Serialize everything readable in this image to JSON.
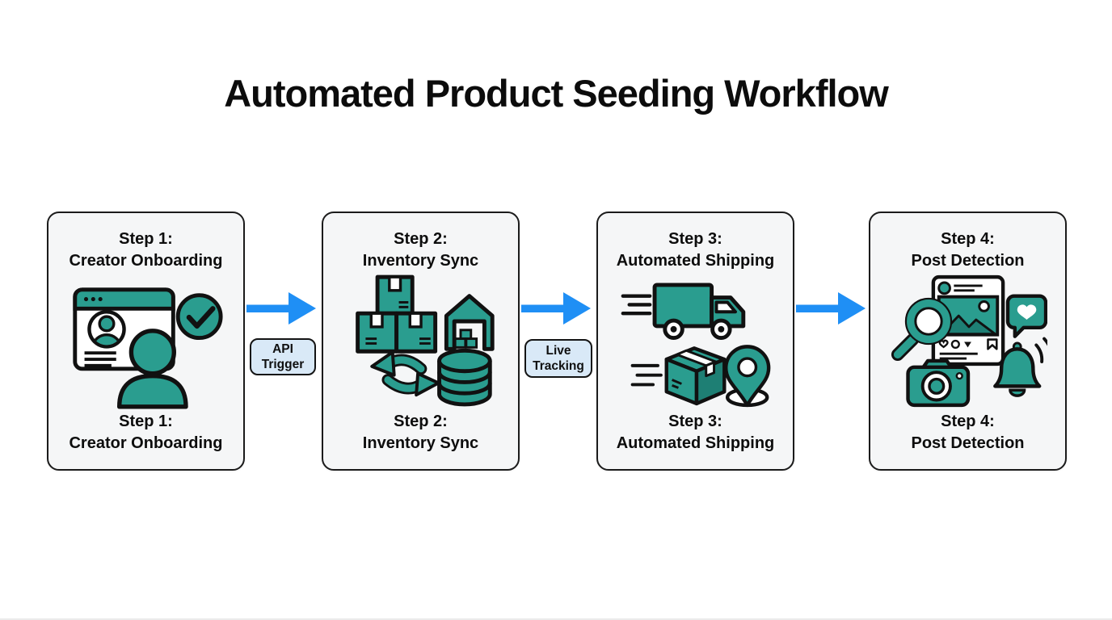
{
  "title": "Automated Product Seeding Workflow",
  "colors": {
    "teal": "#2a9d8f",
    "teal_dark": "#1e7f74",
    "outline": "#111111",
    "arrow_blue": "#1f8ff5",
    "card_bg": "#f5f6f7",
    "card_border": "#1b1b1b",
    "badge_bg": "#d9e9f7",
    "page_bg": "#ffffff"
  },
  "steps": [
    {
      "line1": "Step 1:",
      "line2": "Creator Onboarding",
      "icons": [
        "browser-profile-icon",
        "person-icon",
        "check-circle-icon"
      ]
    },
    {
      "line1": "Step 2:",
      "line2": "Inventory Sync",
      "icons": [
        "stacked-boxes-icon",
        "warehouse-icon",
        "sync-arrows-icon",
        "database-icon"
      ]
    },
    {
      "line1": "Step 3:",
      "line2": "Automated Shipping",
      "icons": [
        "delivery-truck-icon",
        "shipping-box-icon",
        "location-pin-icon"
      ]
    },
    {
      "line1": "Step 4:",
      "line2": "Post Detection",
      "icons": [
        "social-post-magnifier-icon",
        "heart-chat-bubble-icon",
        "camera-icon",
        "notification-bell-icon"
      ]
    }
  ],
  "connectors": [
    {
      "label_line1": "API",
      "label_line2": "Trigger"
    },
    {
      "label_line1": "Live",
      "label_line2": "Tracking"
    },
    {}
  ]
}
